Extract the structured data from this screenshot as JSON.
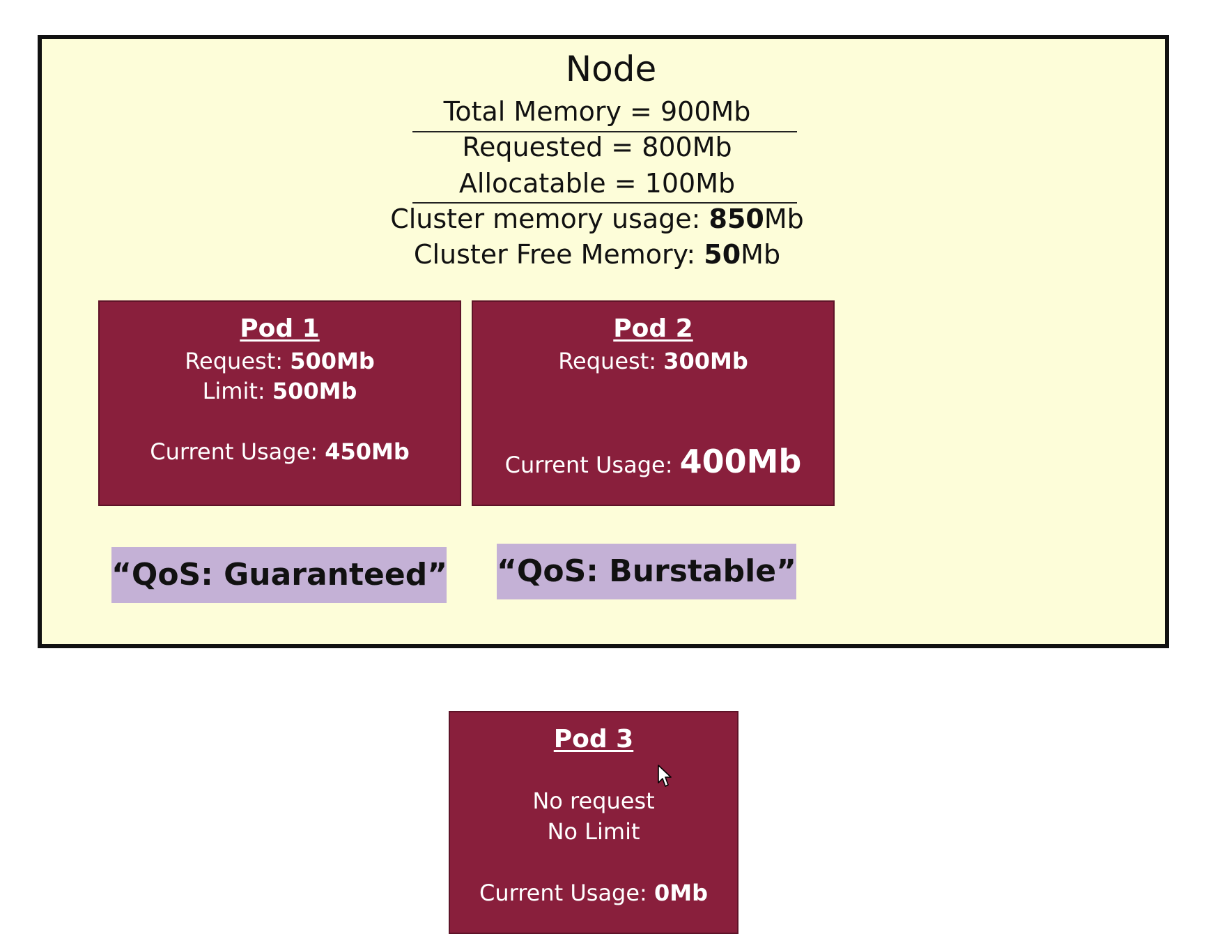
{
  "node": {
    "title": "Node",
    "total_memory": "Total Memory = 900Mb",
    "requested": "Requested = 800Mb",
    "allocatable": "Allocatable = 100Mb",
    "usage_label": "Cluster memory usage: ",
    "usage_value": "850",
    "usage_unit": "Mb",
    "free_label": "Cluster Free Memory: ",
    "free_value": "50",
    "free_unit": "Mb"
  },
  "pods": [
    {
      "title": "Pod 1",
      "request_label": "Request: ",
      "request_value": "500Mb",
      "limit_label": "Limit: ",
      "limit_value": "500Mb",
      "usage_label": "Current Usage: ",
      "usage_value": "450Mb",
      "qos": "“QoS: Guaranteed”"
    },
    {
      "title": "Pod 2",
      "request_label": "Request: ",
      "request_value": "300Mb",
      "usage_label": "Current Usage: ",
      "usage_value": "400Mb",
      "qos": "“QoS: Burstable”"
    },
    {
      "title": "Pod 3",
      "request_text": "No request",
      "limit_text": "No Limit",
      "usage_label": "Current Usage: ",
      "usage_value": "0Mb"
    }
  ],
  "colors": {
    "node_background": "#fdfdd9",
    "pod_background": "#891f3c",
    "qos_background": "#c4b1d6"
  }
}
